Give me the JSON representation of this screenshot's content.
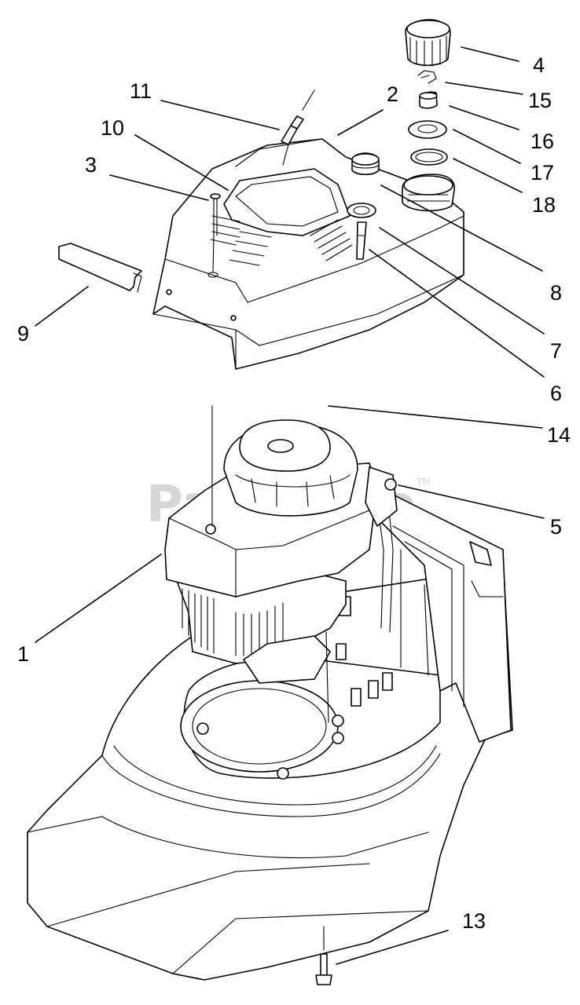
{
  "watermark": {
    "text": "PartsTree",
    "trademark": "TM"
  },
  "callouts": [
    {
      "number": "1"
    },
    {
      "number": "2"
    },
    {
      "number": "3"
    },
    {
      "number": "4"
    },
    {
      "number": "5"
    },
    {
      "number": "6"
    },
    {
      "number": "7"
    },
    {
      "number": "8"
    },
    {
      "number": "9"
    },
    {
      "number": "10"
    },
    {
      "number": "11"
    },
    {
      "number": "13"
    },
    {
      "number": "14"
    },
    {
      "number": "15"
    },
    {
      "number": "16"
    },
    {
      "number": "17"
    },
    {
      "number": "18"
    }
  ]
}
